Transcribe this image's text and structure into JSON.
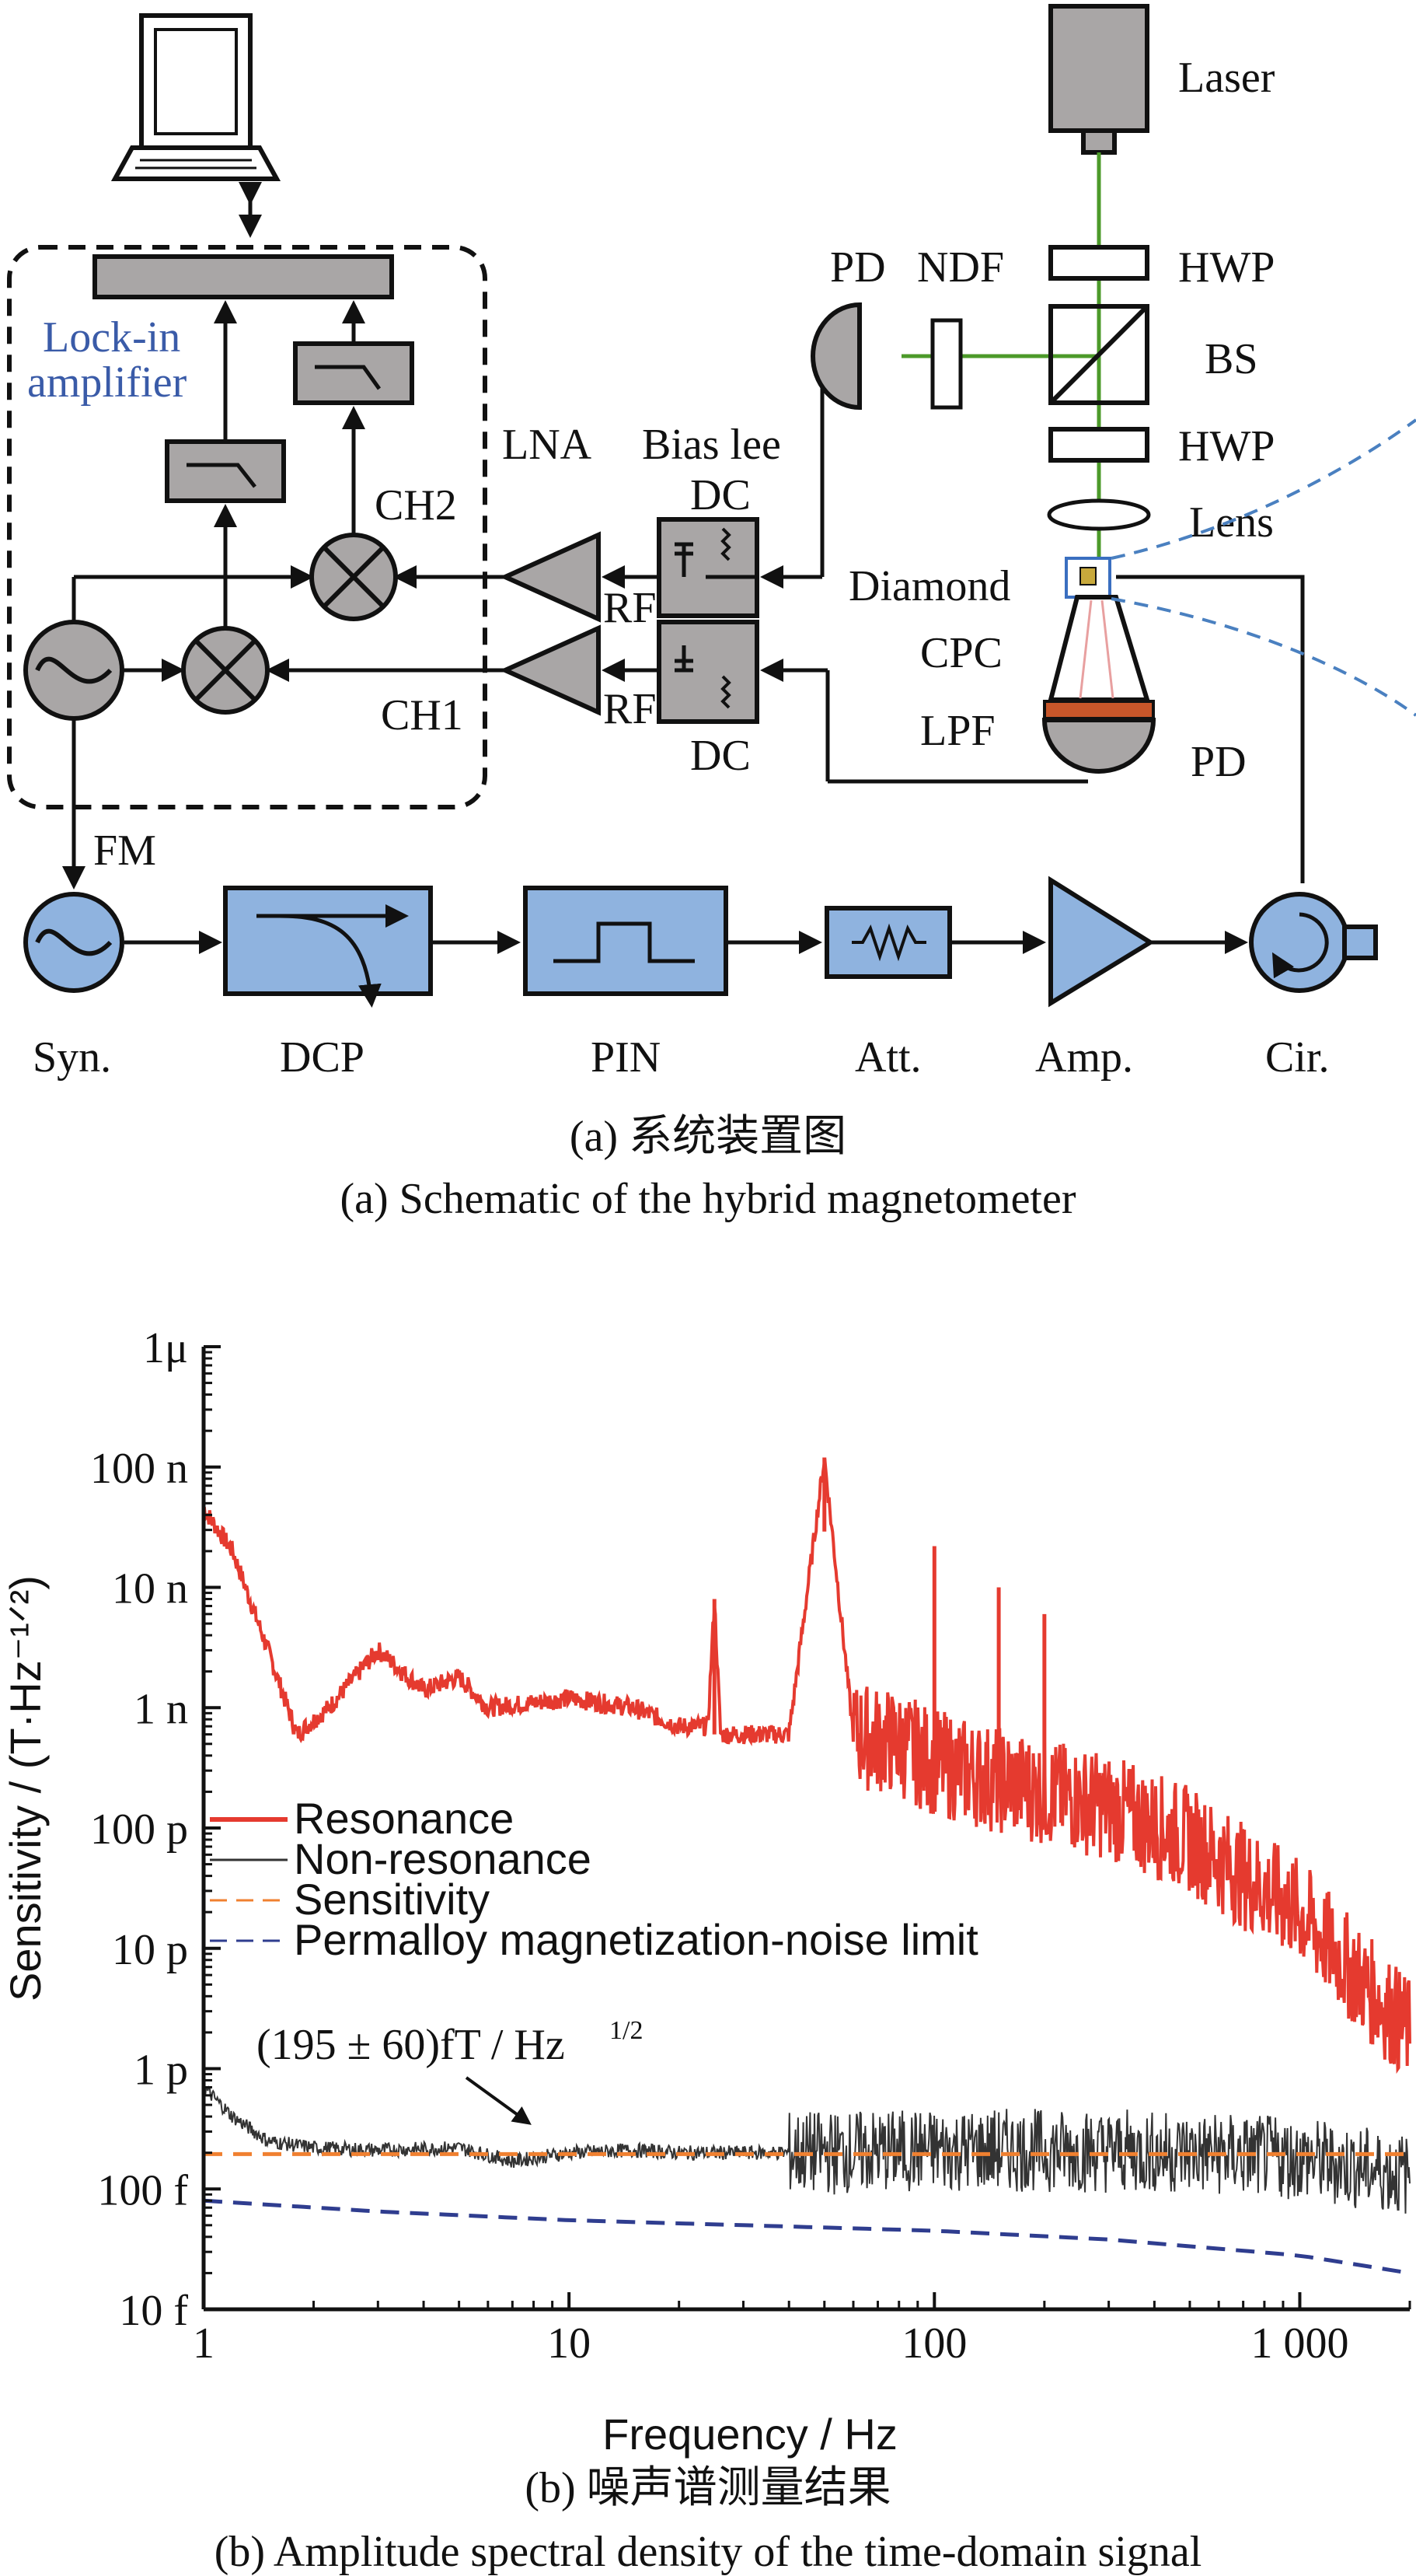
{
  "schematic": {
    "labels": {
      "laser": "Laser",
      "pd_top": "PD",
      "ndf": "NDF",
      "hwp1": "HWP",
      "bs": "BS",
      "hwp2": "HWP",
      "lens": "Lens",
      "diamond": "Diamond",
      "cpc": "CPC",
      "lpf": "LPF",
      "pd_bottom": "PD",
      "lockin_line1": "Lock-in",
      "lockin_line2": "amplifier",
      "lna": "LNA",
      "bias_tee": "Bias lee",
      "dc_top": "DC",
      "dc_bottom": "DC",
      "rf_top": "RF",
      "rf_bottom": "RF",
      "ch1": "CH1",
      "ch2": "CH2",
      "fm": "FM",
      "syn": "Syn.",
      "dcp": "DCP",
      "pin": "PIN",
      "att": "Att.",
      "amp": "Amp.",
      "cir": "Cir."
    },
    "caption_cn": "(a) 系统装置图",
    "caption_en": "(a) Schematic of the hybrid magnetometer"
  },
  "chart_data": {
    "type": "line",
    "xlabel": "Frequency / Hz",
    "ylabel": "Sensitivity / (T·Hz⁻¹ᐟ²)",
    "x_scale": "log",
    "y_scale": "log",
    "xlim": [
      1,
      2000
    ],
    "ylim": [
      1e-14,
      1e-06
    ],
    "x_ticks": [
      {
        "value": 1,
        "label": "1"
      },
      {
        "value": 10,
        "label": "10"
      },
      {
        "value": 100,
        "label": "100"
      },
      {
        "value": 1000,
        "label": "1 000"
      }
    ],
    "y_ticks": [
      {
        "value": 1e-06,
        "label": "1μ"
      },
      {
        "value": 1e-07,
        "label": "100 n"
      },
      {
        "value": 1e-08,
        "label": "10 n"
      },
      {
        "value": 1e-09,
        "label": "1 n"
      },
      {
        "value": 1e-10,
        "label": "100 p"
      },
      {
        "value": 1e-11,
        "label": "10 p"
      },
      {
        "value": 1e-12,
        "label": "1 p"
      },
      {
        "value": 1e-13,
        "label": "100 f"
      },
      {
        "value": 1e-14,
        "label": "10 f"
      }
    ],
    "annotation": "(195 ± 60)fT / Hz",
    "annotation_sup": "1/2",
    "series": [
      {
        "name": "Resonance",
        "color": "#e53a2f",
        "style": "solid",
        "x": [
          1,
          1.2,
          1.5,
          1.8,
          2.2,
          3,
          4,
          5,
          6,
          8,
          10,
          15,
          20,
          24,
          25,
          26,
          30,
          40,
          50,
          60,
          80,
          100,
          150,
          200,
          300,
          500,
          700,
          1000,
          1500,
          2000
        ],
        "y": [
          4.5e-08,
          2e-08,
          3e-09,
          6e-10,
          1e-09,
          3e-09,
          1.4e-09,
          1.8e-09,
          1e-09,
          1.1e-09,
          1.2e-09,
          1e-09,
          7e-10,
          7e-10,
          8e-09,
          6e-10,
          6e-10,
          6e-10,
          1.2e-07,
          6e-10,
          5e-10,
          3.5e-10,
          2.5e-10,
          2e-10,
          1.5e-10,
          8e-11,
          4e-11,
          2e-11,
          5e-12,
          2e-12
        ],
        "peaks": [
          {
            "x": 25,
            "y": 8e-09
          },
          {
            "x": 50,
            "y": 1.2e-07
          },
          {
            "x": 100,
            "y": 2.2e-08
          },
          {
            "x": 150,
            "y": 1e-08
          },
          {
            "x": 200,
            "y": 6e-09
          }
        ]
      },
      {
        "name": "Non-resonance",
        "color": "#333333",
        "style": "solid",
        "x": [
          1,
          1.2,
          1.5,
          2,
          3,
          5,
          7,
          10,
          15,
          20,
          30,
          50,
          100,
          200,
          500,
          1000,
          2000
        ],
        "y": [
          7e-13,
          4e-13,
          2.5e-13,
          2.2e-13,
          2.1e-13,
          2.2e-13,
          1.7e-13,
          2e-13,
          2.1e-13,
          2e-13,
          2e-13,
          2e-13,
          2.1e-13,
          2.1e-13,
          2e-13,
          1.8e-13,
          1.3e-13
        ]
      },
      {
        "name": "Sensitivity",
        "color": "#f08030",
        "style": "dashed",
        "x": [
          1,
          2000
        ],
        "y": [
          1.95e-13,
          1.95e-13
        ]
      },
      {
        "name": "Permalloy magnetization-noise limit",
        "color": "#2f3d8f",
        "style": "dashed",
        "x": [
          1,
          3,
          10,
          30,
          100,
          300,
          1000,
          2000
        ],
        "y": [
          8e-14,
          6.5e-14,
          5.5e-14,
          5e-14,
          4.5e-14,
          3.8e-14,
          2.8e-14,
          2e-14
        ]
      }
    ],
    "legend_position": "center-left"
  },
  "caption_b_cn": "(b) 噪声谱测量结果",
  "caption_b_en": "(b) Amplitude spectral density of the time-domain signal"
}
